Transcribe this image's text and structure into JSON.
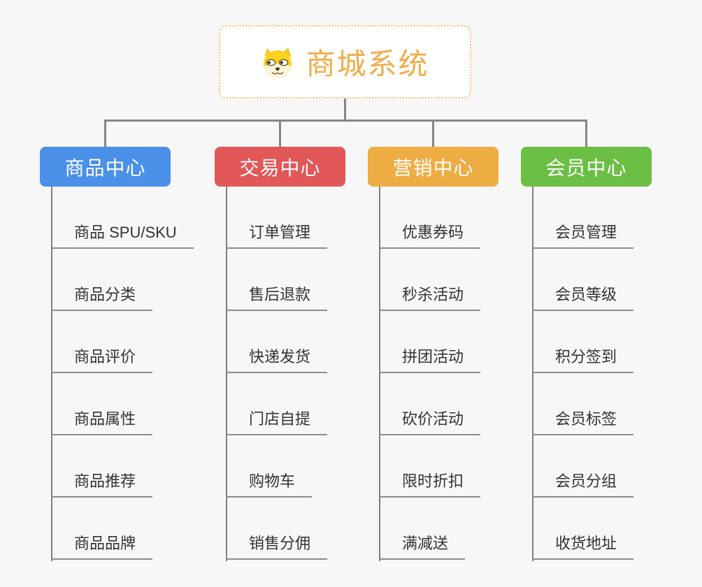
{
  "root": {
    "label": "商城系统",
    "icon": "doge-face-icon",
    "text_color": "#f0ad4a",
    "border_color": "#f3c87e",
    "background": "#ffffff"
  },
  "branches": [
    {
      "label": "商品中心",
      "color": "#4a8fe8",
      "items": [
        "商品 SPU/SKU",
        "商品分类",
        "商品评价",
        "商品属性",
        "商品推荐",
        "商品品牌"
      ]
    },
    {
      "label": "交易中心",
      "color": "#e25757",
      "items": [
        "订单管理",
        "售后退款",
        "快递发货",
        "门店自提",
        "购物车",
        "销售分佣"
      ]
    },
    {
      "label": "营销中心",
      "color": "#eead43",
      "items": [
        "优惠券码",
        "秒杀活动",
        "拼团活动",
        "砍价活动",
        "限时折扣",
        "满减送"
      ]
    },
    {
      "label": "会员中心",
      "color": "#6cbf45",
      "items": [
        "会员管理",
        "会员等级",
        "积分签到",
        "会员标签",
        "会员分组",
        "收货地址"
      ]
    }
  ],
  "connector_color": "#858585",
  "background_color": "#f7f7f7"
}
